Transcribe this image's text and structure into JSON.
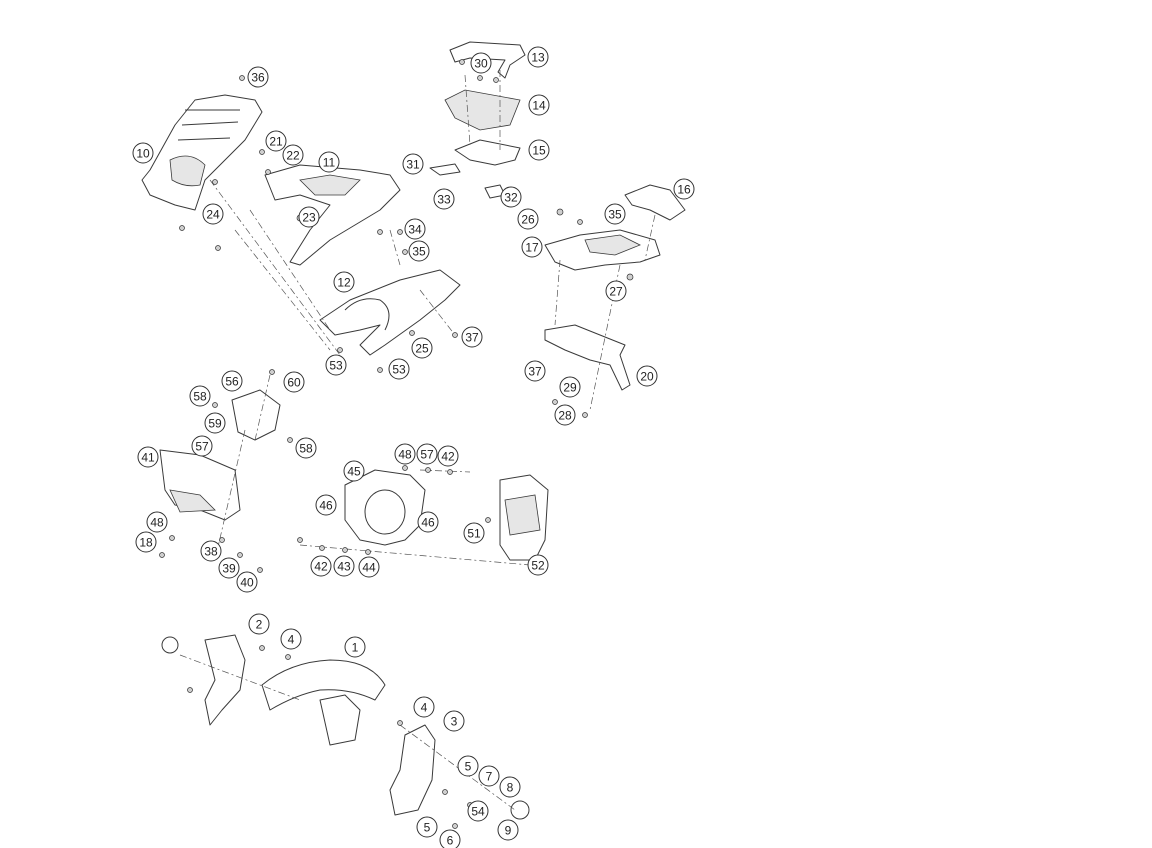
{
  "diagram": {
    "highlight_color": "#f2d200",
    "selected_callout": "39",
    "callouts": [
      "36",
      "10",
      "21",
      "22",
      "11",
      "23",
      "24",
      "34",
      "35",
      "12",
      "37",
      "25",
      "53",
      "53",
      "13",
      "30",
      "14",
      "15",
      "31",
      "33",
      "32",
      "26",
      "35",
      "16",
      "17",
      "27",
      "37",
      "29",
      "20",
      "28",
      "56",
      "60",
      "58",
      "59",
      "58",
      "57",
      "41",
      "48",
      "18",
      "38",
      "39",
      "40",
      "45",
      "48",
      "57",
      "42",
      "46",
      "46",
      "51",
      "52",
      "42",
      "43",
      "44",
      "2",
      "4",
      "1",
      "4",
      "3",
      "5",
      "7",
      "8",
      "54",
      "9",
      "5",
      "6"
    ]
  }
}
